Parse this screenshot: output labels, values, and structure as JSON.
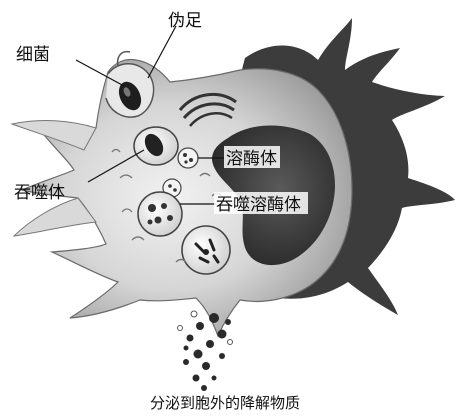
{
  "labels": {
    "bacteria": "细菌",
    "pseudopod": "伪足",
    "lysosome": "溶酶体",
    "phagosome": "吞噬体",
    "phagolysosome": "吞噬溶酶体",
    "secretion": "分泌到胞外的降解物质"
  }
}
